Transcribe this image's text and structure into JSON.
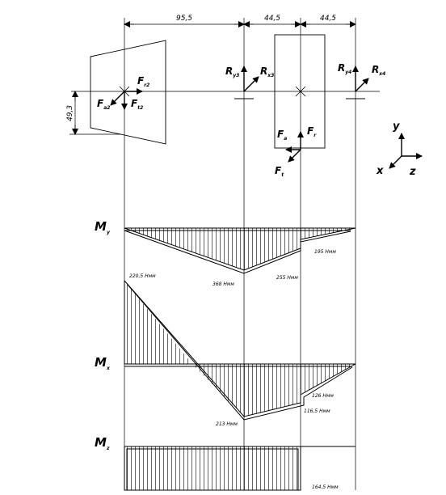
{
  "dimensions": {
    "top": [
      "95,5",
      "44,5",
      "44,5"
    ],
    "side": "49,3"
  },
  "forces": {
    "gear1": [
      {
        "main": "F",
        "sub": "r2"
      },
      {
        "main": "F",
        "sub": "t2"
      },
      {
        "main": "F",
        "sub": "a2"
      }
    ],
    "gear2": [
      {
        "main": "F",
        "sub": "a"
      },
      {
        "main": "F",
        "sub": "r"
      },
      {
        "main": "F",
        "sub": "t"
      }
    ],
    "support1": [
      {
        "main": "R",
        "sub": "y3"
      },
      {
        "main": "R",
        "sub": "x3"
      }
    ],
    "support2": [
      {
        "main": "R",
        "sub": "y4"
      },
      {
        "main": "R",
        "sub": "x4"
      }
    ]
  },
  "axes": {
    "y": "y",
    "x": "x",
    "z": "z"
  },
  "diagrams": {
    "my": {
      "label": {
        "main": "M",
        "sub": "y"
      },
      "values": [
        "368 Нмм",
        "255 Нмм",
        "195 Нмм"
      ]
    },
    "mx": {
      "label": {
        "main": "M",
        "sub": "x"
      },
      "values": [
        "220,5 Нмм",
        "213 Нмм",
        "126 Нмм",
        "116,5 Нмм"
      ]
    },
    "mz": {
      "label": {
        "main": "M",
        "sub": "z"
      },
      "values": [
        "164,5 Нмм"
      ]
    }
  }
}
